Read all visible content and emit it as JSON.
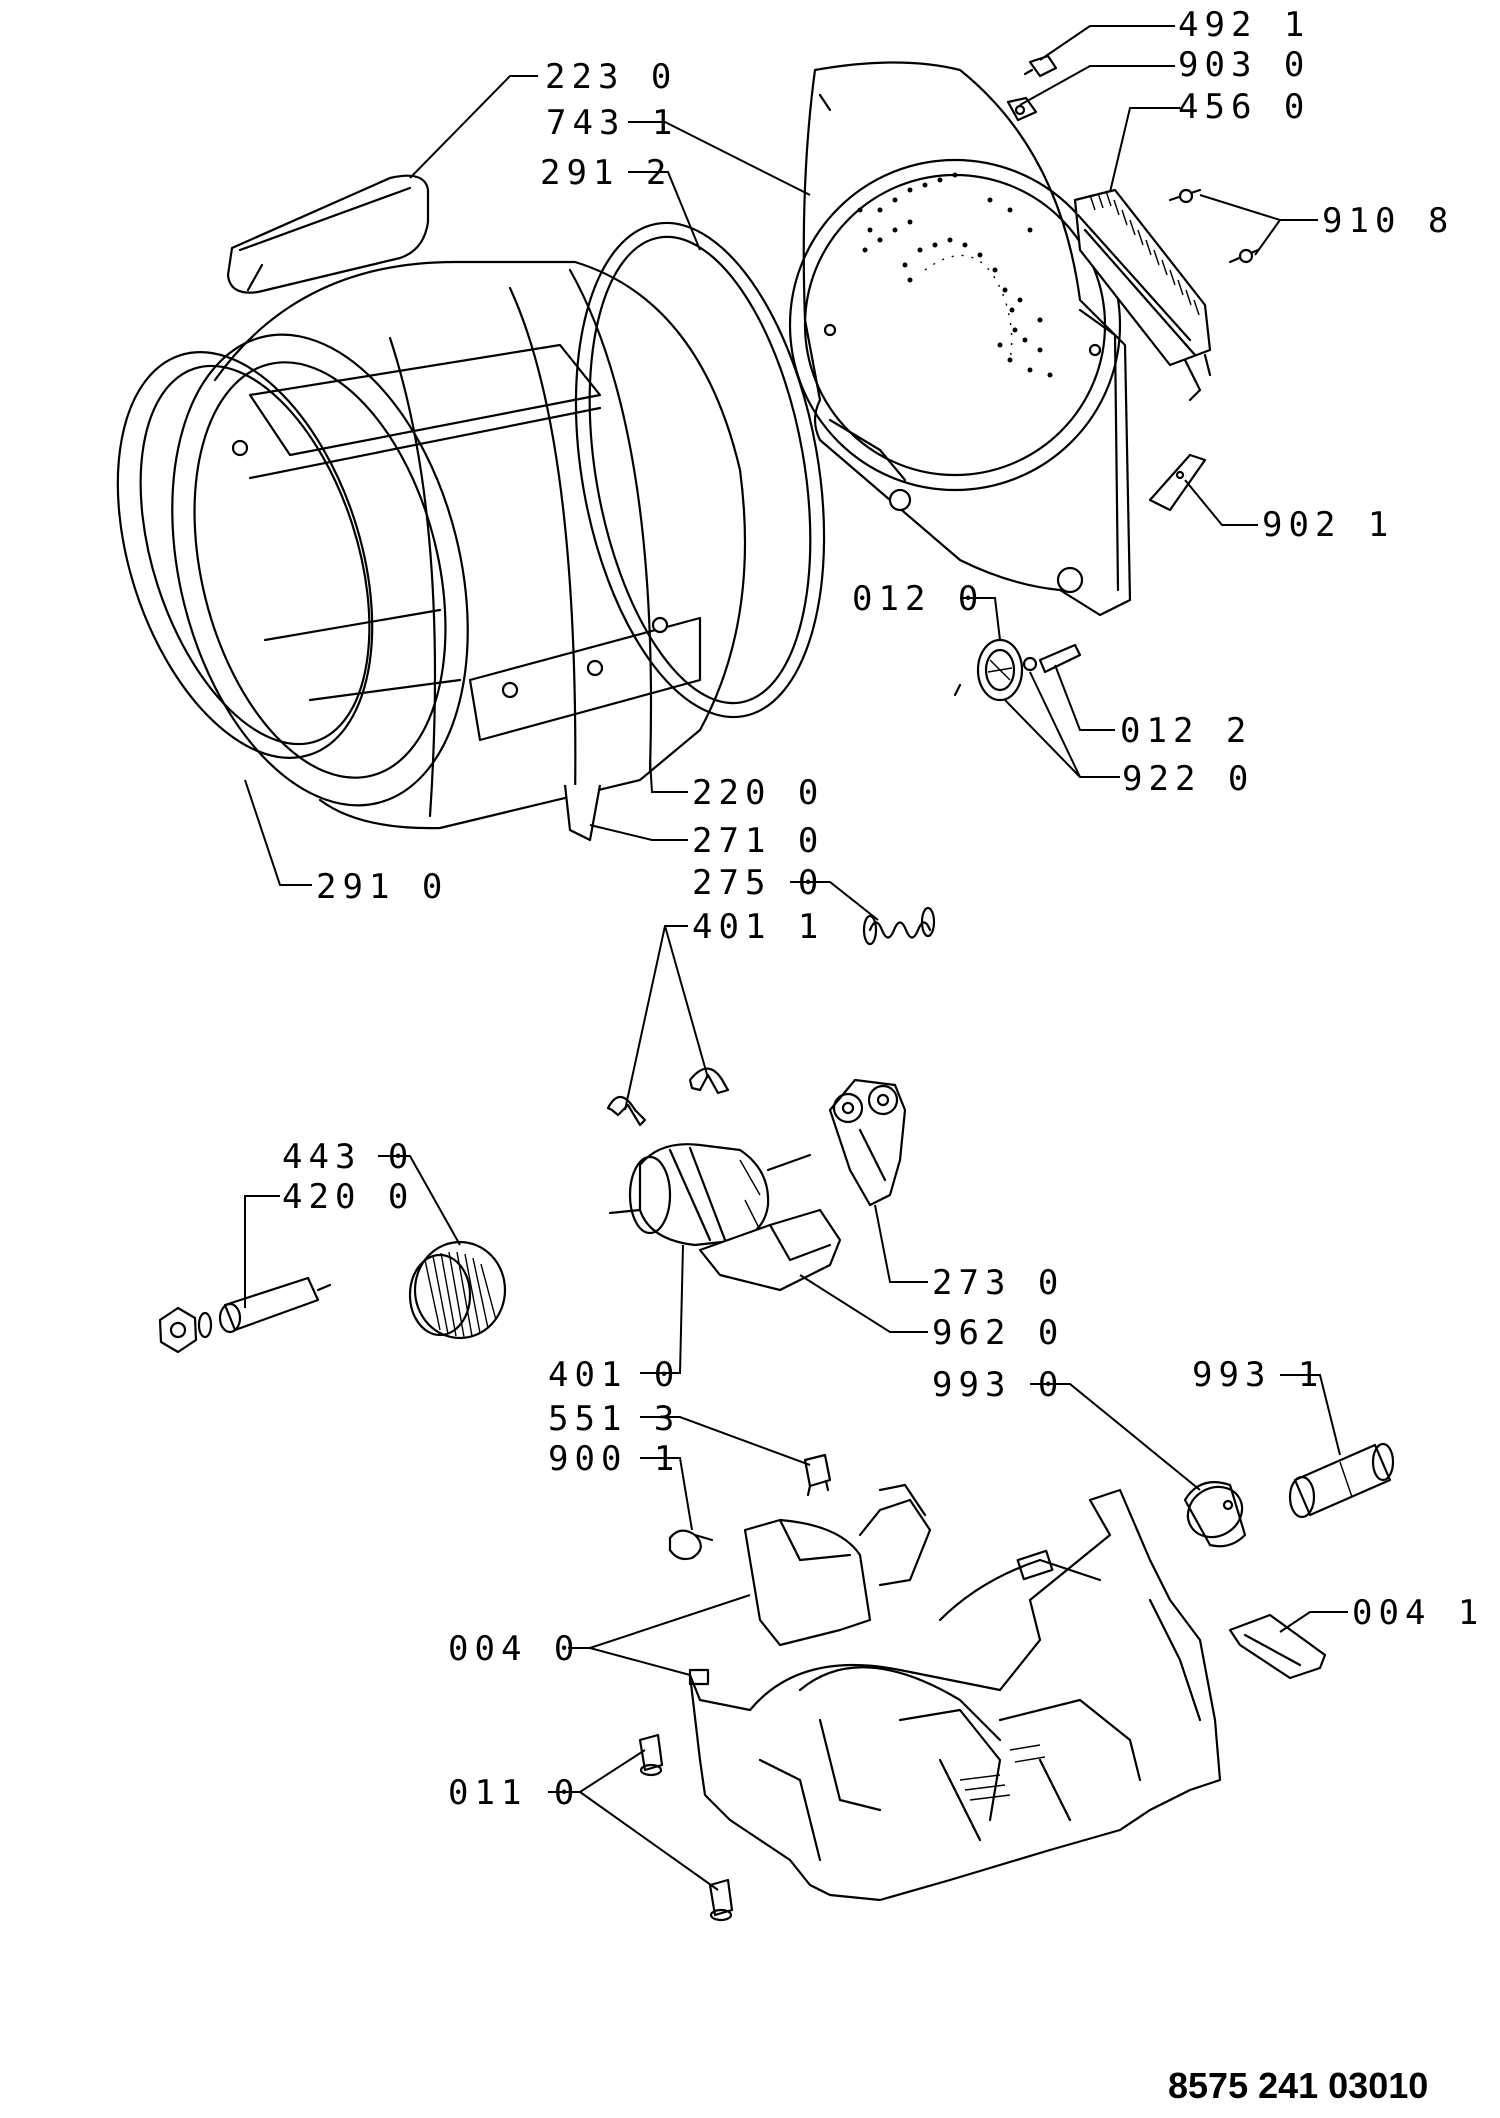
{
  "diagram": {
    "document_number": "8575 241 03010",
    "callouts": {
      "c492_1": "492 1",
      "c903_0": "903 0",
      "c456_0": "456 0",
      "c223_0": "223 0",
      "c743_1": "743 1",
      "c291_2": "291 2",
      "c910_8": "910 8",
      "c902_1": "902 1",
      "c012_0": "012 0",
      "c012_2": "012 2",
      "c922_0": "922 0",
      "c220_0": "220 0",
      "c271_0": "271 0",
      "c291_0": "291 0",
      "c275_0": "275 0",
      "c401_1": "401 1",
      "c443_0": "443 0",
      "c420_0": "420 0",
      "c273_0": "273 0",
      "c962_0": "962 0",
      "c401_0": "401 0",
      "c993_0": "993 0",
      "c993_1": "993 1",
      "c551_3": "551 3",
      "c900_1": "900 1",
      "c004_0": "004 0",
      "c004_1": "004 1",
      "c011_0": "011 0"
    }
  }
}
